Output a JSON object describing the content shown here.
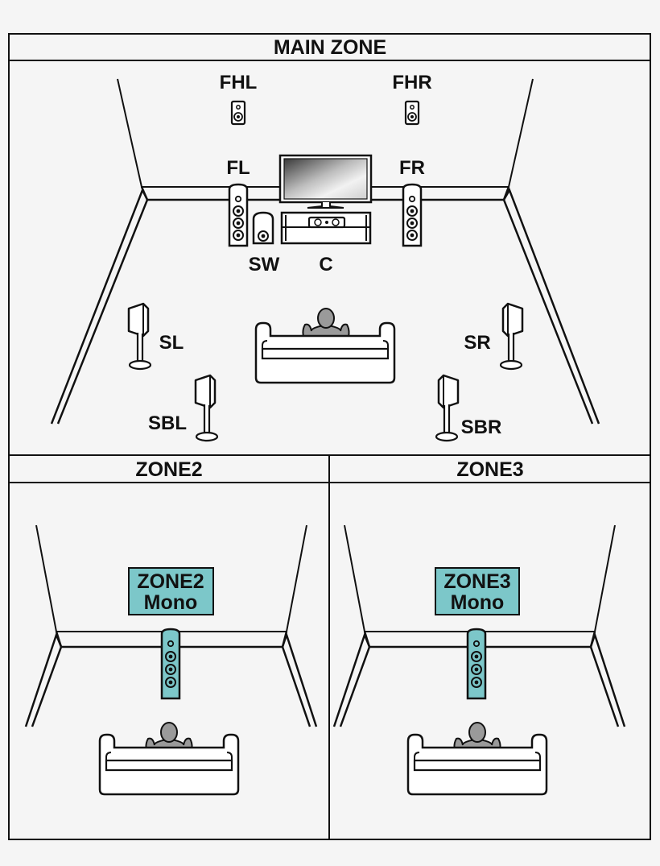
{
  "zones": {
    "main": {
      "title": "MAIN ZONE"
    },
    "zone2": {
      "title": "ZONE2",
      "badge_line1": "ZONE2",
      "badge_line2": "Mono"
    },
    "zone3": {
      "title": "ZONE3",
      "badge_line1": "ZONE3",
      "badge_line2": "Mono"
    }
  },
  "speakers": {
    "fhl": "FHL",
    "fhr": "FHR",
    "fl": "FL",
    "fr": "FR",
    "sw": "SW",
    "c": "C",
    "sl": "SL",
    "sr": "SR",
    "sbl": "SBL",
    "sbr": "SBR"
  },
  "colors": {
    "background": "#f5f5f5",
    "outline": "#111111",
    "zone_accent": "#7cc7c9",
    "listener": "#9a9a9a"
  }
}
